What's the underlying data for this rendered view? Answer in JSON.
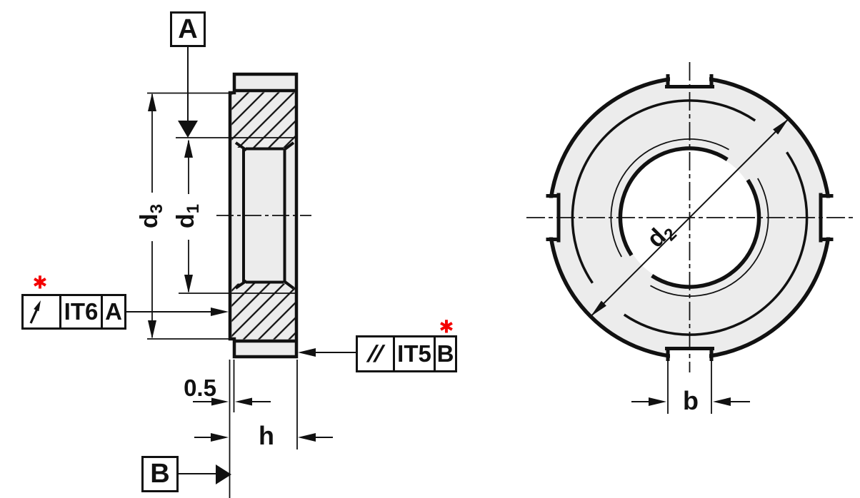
{
  "drawing_type": "slotted-round-nut-technical-drawing",
  "section_view": {
    "datum_a": "A",
    "datum_b": "B",
    "dim_d3": {
      "base": "d",
      "sub": "3"
    },
    "dim_d1": {
      "base": "d",
      "sub": "1"
    },
    "dim_face_offset": "0.5",
    "dim_height": "h",
    "fcf_runout": {
      "symbol_icon": "circular-runout-arrow",
      "tolerance": "IT6",
      "datum": "A",
      "footnote_mark": "✱"
    },
    "fcf_parallelism": {
      "symbol": "//",
      "tolerance": "IT5",
      "datum": "B",
      "footnote_mark": "✱"
    }
  },
  "front_view": {
    "dim_d2": {
      "base": "d",
      "sub": "2"
    },
    "dim_slot_width": "b"
  },
  "colors": {
    "line": "#111111",
    "body_fill": "#ececec",
    "footnote_red": "#f40000",
    "background": "#ffffff"
  }
}
